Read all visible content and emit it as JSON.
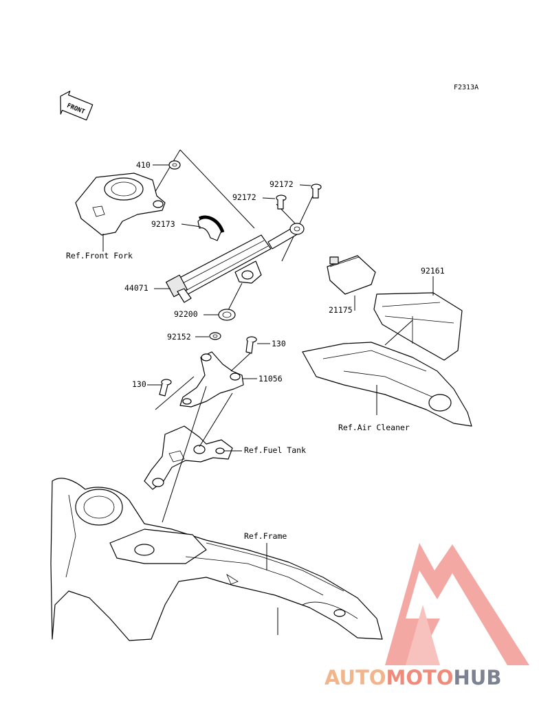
{
  "diagram": {
    "code": "F2313A",
    "front_badge": "FRONT",
    "parts": [
      {
        "id": "410"
      },
      {
        "id": "92172"
      },
      {
        "id": "92172"
      },
      {
        "id": "92173"
      },
      {
        "id": "44071"
      },
      {
        "id": "92200"
      },
      {
        "id": "92152"
      },
      {
        "id": "130"
      },
      {
        "id": "11056"
      },
      {
        "id": "130"
      },
      {
        "id": "21175"
      },
      {
        "id": "92161"
      }
    ],
    "refs": {
      "front_fork": "Ref.Front Fork",
      "air_cleaner": "Ref.Air Cleaner",
      "fuel_tank": "Ref.Fuel Tank",
      "frame": "Ref.Frame"
    }
  },
  "watermark": {
    "part1": "AUTO",
    "part2": "MOTO",
    "part3": "HUB",
    "colors": {
      "triangle": "#f29a94",
      "auto": "#f2b48a",
      "moto": "#f08a7a",
      "hub": "#7d8290"
    }
  }
}
